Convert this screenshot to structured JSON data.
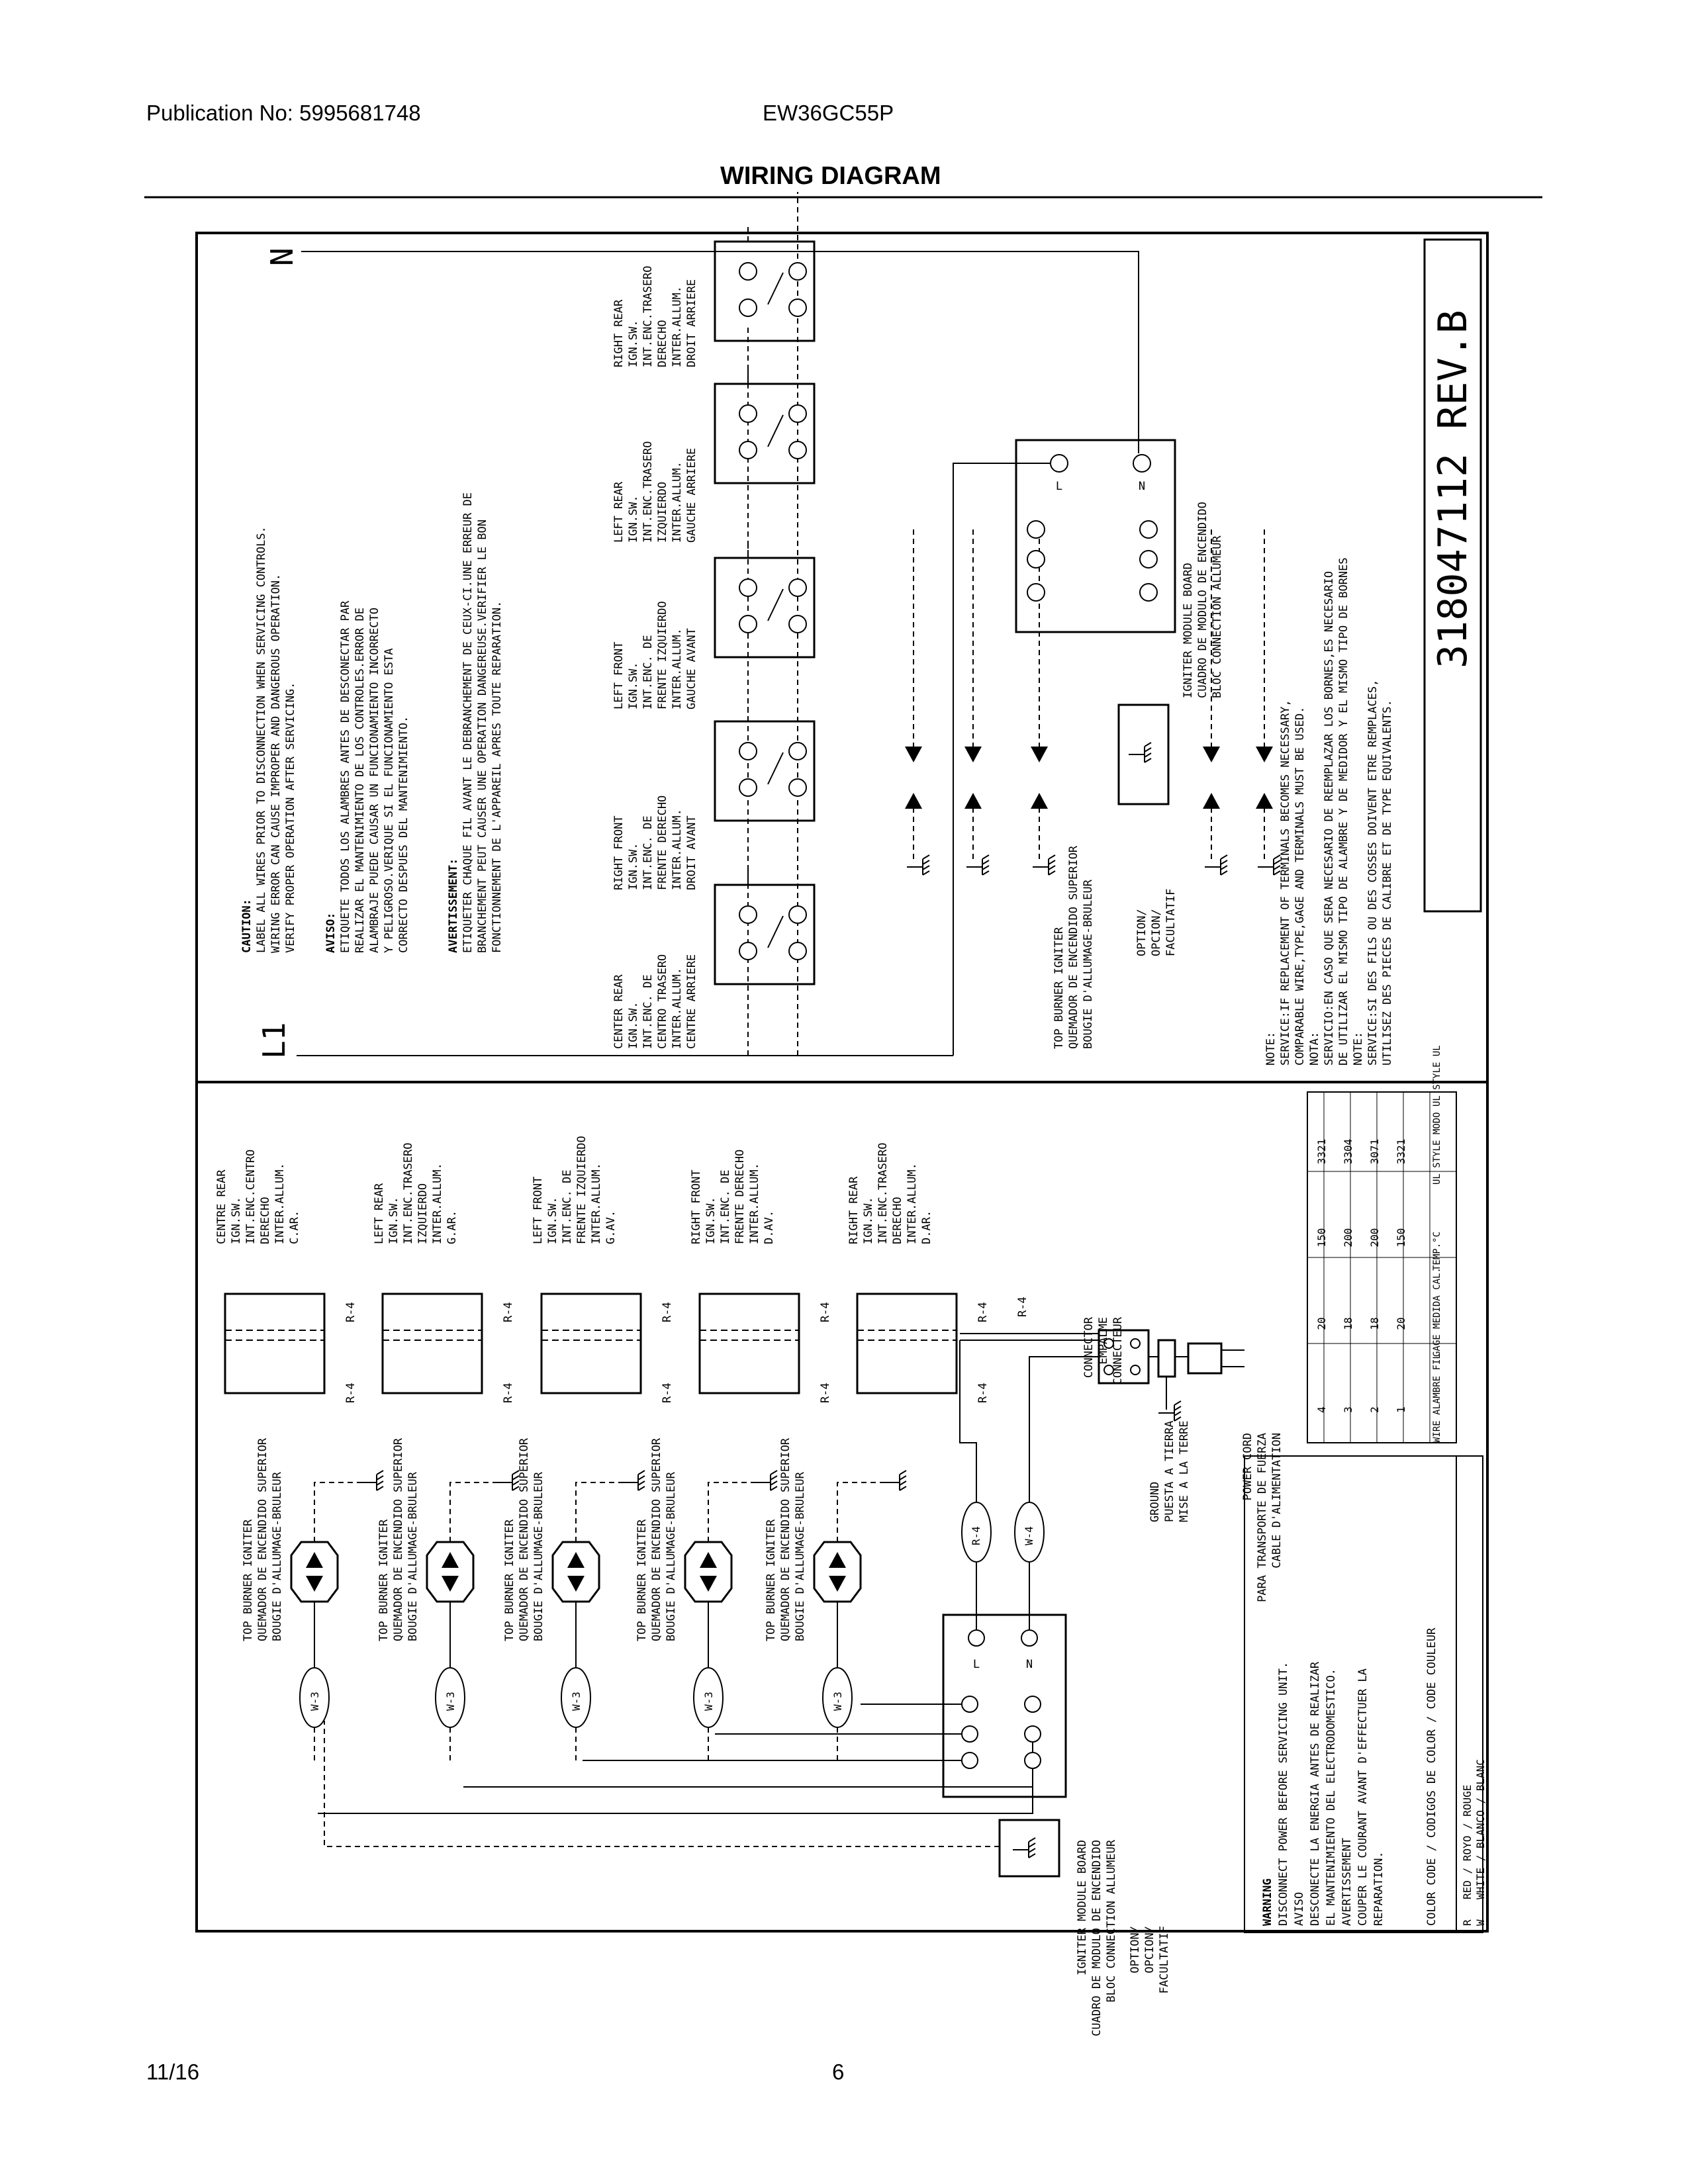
{
  "header": {
    "publication": "Publication No: 5995681748",
    "model": "EW36GC55P",
    "title": "WIRING DIAGRAM"
  },
  "footer": {
    "date": "11/16",
    "page": "6"
  },
  "diagram": {
    "line_labels": {
      "l1": "L1",
      "n": "N"
    },
    "caution": [
      "CAUTION:",
      "LABEL ALL WIRES PRIOR TO DISCONNECTION WHEN SERVICING CONTROLS.",
      "WIRING ERROR CAN CAUSE IMPROPER AND DANGEROUS OPERATION.",
      "VERIFY PROPER OPERATION AFTER SERVICING."
    ],
    "aviso": [
      "AVISO:",
      "ETIQUETE TODOS LOS ALAMBRES ANTES DE DESCONECTAR PAR",
      "REALIZAR EL MANTENIMIENTO DE LOS CONTROLES.ERROR DE",
      "ALAMBRAJE PUEDE CAUSAR UN FUNCIONAMIENTO INCORRECTO",
      "Y PELIGROSO.VERIQUE SI EL FUNCIONAMIENTO ESTA",
      "CORRECTO DESPUES DEL MANTENIMIENTO."
    ],
    "avertissement": [
      "AVERTISSEMENT:",
      "ETIQUETER CHAQUE FIL AVANT LE DEBRANCHEMENT DE CEUX-CI.UNE ERREUR DE",
      "BRANCHEMENT PEUT CAUSER UNE OPERATION DANGEREUSE.VERIFIER LE BON",
      "FONCTIONNEMENT DE L'APPAREIL APRES TOUTE REPARATION."
    ],
    "switches_top": [
      [
        "CENTER REAR",
        "IGN.SW.",
        "INT.ENC. DE",
        "CENTRO TRASERO",
        "INTER.ALLUM.",
        "CENTRE ARRIERE"
      ],
      [
        "RIGHT FRONT",
        "IGN.SW.",
        "INT.ENC. DE",
        "FRENTE DERECHO",
        "INTER.ALLUM.",
        "DROIT AVANT"
      ],
      [
        "LEFT FRONT",
        "IGN.SW.",
        "INT.ENC. DE",
        "FRENTE IZQUIERDO",
        "INTER.ALLUM.",
        "GAUCHE AVANT"
      ],
      [
        "LEFT REAR",
        "IGN.SW.",
        "INT.ENC.TRASERO",
        "IZQUIERDO",
        "INTER.ALLUM.",
        "GAUCHE ARRIERE"
      ],
      [
        "RIGHT REAR",
        "IGN.SW.",
        "INT.ENC.TRASERO",
        "DERECHO",
        "INTER.ALLUM.",
        "DROIT ARRIERE"
      ]
    ],
    "top_igniter_label": [
      "TOP BURNER IGNITER",
      "QUEMADOR DE ENCENDIDO SUPERIOR",
      "BOUGIE D'ALLUMAGE-BRULEUR"
    ],
    "option_label": [
      "OPTION/",
      "OPCION/",
      "FACULTATIF"
    ],
    "module_board_label": [
      "IGNITER MODULE BOARD",
      "CUADRO DE MODULO DE ENCENDIDO",
      "BLOC CONNECTION ALLUMEUR"
    ],
    "module_terms": {
      "l": "L",
      "n": "N"
    },
    "notes": [
      "NOTE:",
      "SERVICE:IF REPLACEMENT OF TERMINALS BECOMES NECESSARY,",
      "COMPARABLE WIRE,TYPE,GAGE AND TERMINALS MUST BE USED.",
      "NOTA:",
      "SERVICIO:EN CASO QUE SERA NECESARIO DE REEMPLAZAR LOS BORNES,ES NECESARIO",
      "DE UTILIZAR EL MISMO TIPO DE ALAMBRE Y DE MEDIDOR Y EL MISMO TIPO DE BORNES",
      "NOTE:",
      "SERVICE:SI DES FILS OU DES COSSES DOIVENT ETRE REMPLACES,",
      "UTILISEZ DES PIECES DE CALIBRE ET DE TYPE EQUIVALENTS."
    ],
    "part_number": "318047112 REV.B",
    "switches_bottom": [
      [
        "CENTRE REAR",
        "IGN.SW.",
        "INT.ENC.CENTRO",
        "DERECHO",
        "INTER.ALLUM.",
        "C.AR."
      ],
      [
        "LEFT REAR",
        "IGN.SW.",
        "INT.ENC.TRASERO",
        "IZQUIERDO",
        "INTER.ALLUM.",
        "G.AR."
      ],
      [
        "LEFT FRONT",
        "IGN.SW.",
        "INT.ENC. DE",
        "FRENTE IZQUIERDO",
        "INTER.ALLUM.",
        "G.AV."
      ],
      [
        "RIGHT FRONT",
        "IGN.SW.",
        "INT.ENC. DE",
        "FRENTE DERECHO",
        "INTER.ALLUM.",
        "D.AV."
      ],
      [
        "RIGHT REAR",
        "IGN.SW.",
        "INT.ENC.TRASERO",
        "DERECHO",
        "INTER.ALLUM.",
        "D.AR."
      ]
    ],
    "wire_tags": {
      "r4": "R-4",
      "w4": "W-4",
      "w3": "W-3"
    },
    "connector_label": [
      "CONNECTOR",
      "EMPALME",
      "CONNECTEUR"
    ],
    "power_cord_label": [
      "POWER CORD",
      "PARA TRANSPORTE DE FUERZA",
      "CABLE D'ALIMENTATION"
    ],
    "ground_label": [
      "GROUND",
      "PUESTA A TIERRA",
      "MISE A LA TERRE"
    ],
    "wire_table": {
      "header": [
        "WIRE ALAMBRE FIL",
        "GAGE MEDIDA CAL.",
        "TEMP.°C",
        "UL STYLE MODO UL STYLE UL"
      ],
      "rows": [
        [
          "4",
          "20",
          "150",
          "3321"
        ],
        [
          "3",
          "18",
          "200",
          "3304"
        ],
        [
          "2",
          "18",
          "200",
          "3071"
        ],
        [
          "1",
          "20",
          "150",
          "3321"
        ]
      ]
    },
    "warning": [
      "WARNING",
      "DISCONNECT POWER BEFORE SERVICING UNIT.",
      "AVISO",
      "DESCONECTE LA ENERGIA ANTES DE REALIZAR",
      "EL MANTENIMIENTO DEL ELECTRODOMESTICO.",
      "AVERTISSEMENT",
      "COUPER LE COURANT AVANT D'EFFECTUER LA",
      "REPARATION."
    ],
    "color_code": {
      "title": "COLOR CODE / CODIGOS DE COLOR / CODE COULEUR",
      "rows": [
        [
          "R",
          "RED / ROYO / ROUGE"
        ],
        [
          "W",
          "WHITE / BLANCO / BLANC"
        ]
      ]
    }
  }
}
